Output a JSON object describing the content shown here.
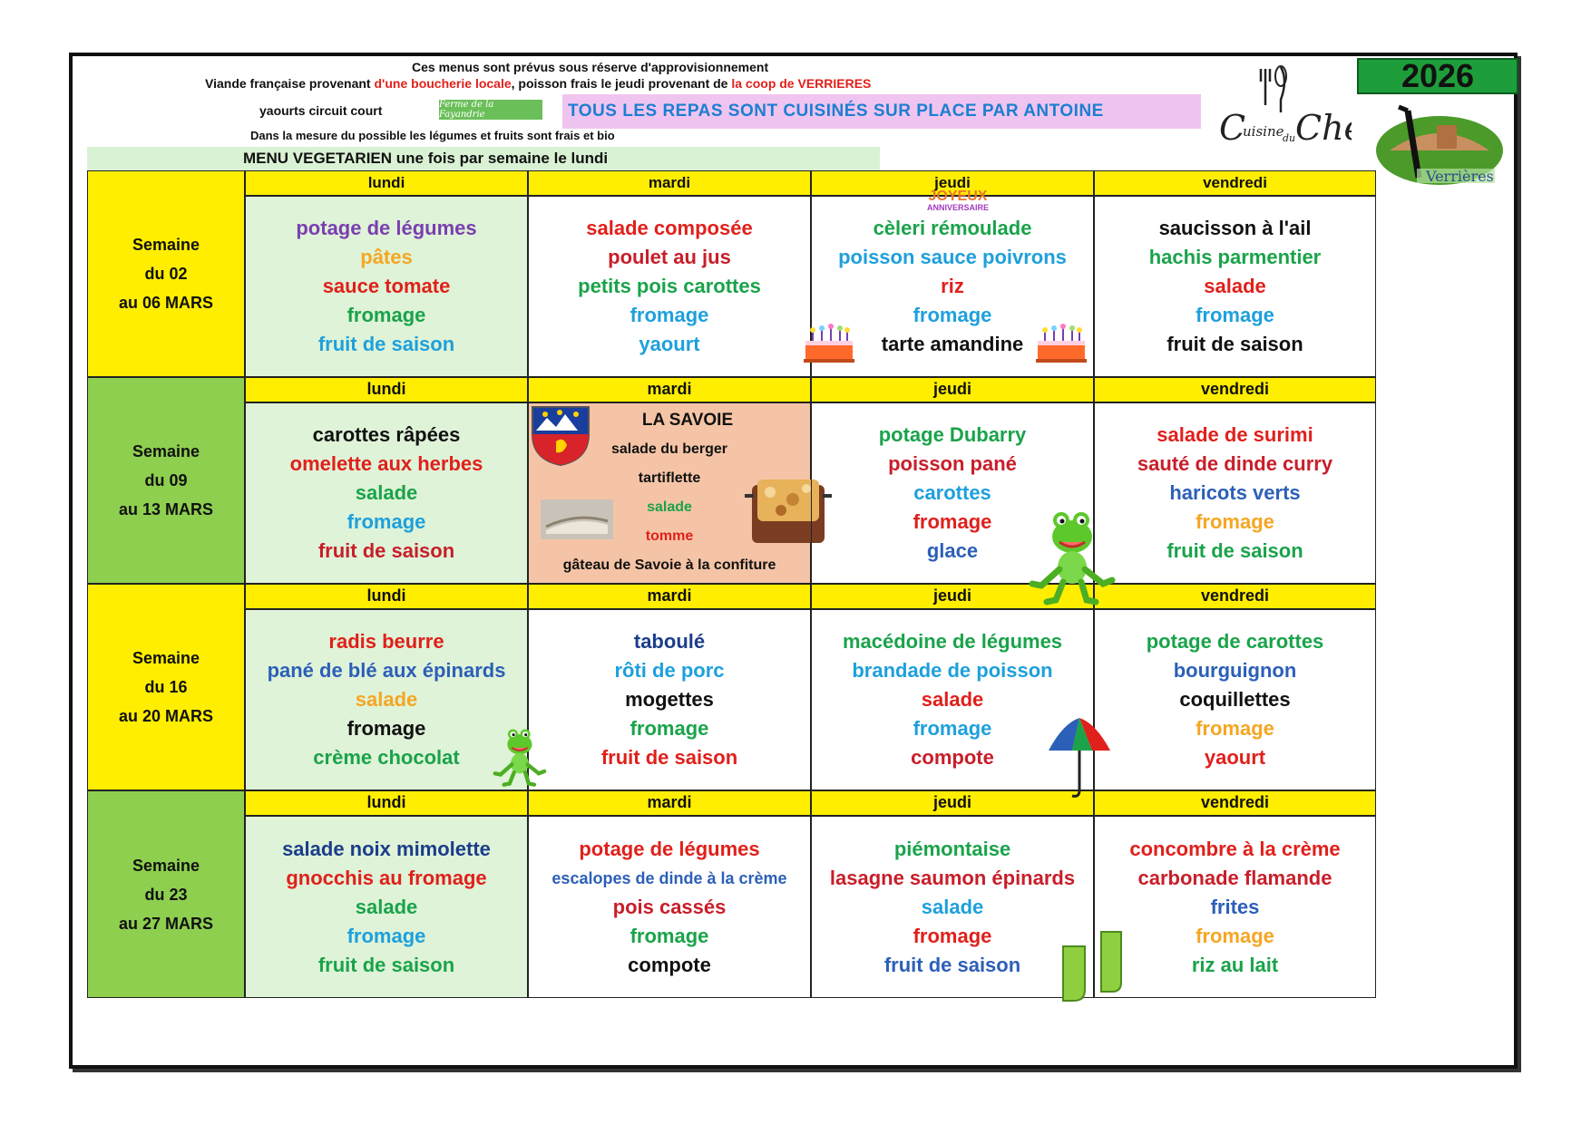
{
  "header": {
    "line1": "Ces menus sont prévus sous réserve d'approvisionnement",
    "line2_a": "Viande française provenant ",
    "line2_b": "d'une boucherie locale",
    "line2_c": ", poisson frais le jeudi provenant de ",
    "line2_d": "la coop de VERRIERES",
    "yaourts": "yaourts circuit court",
    "ferme": "Ferme de la Fayandrie",
    "banner": "TOUS LES REPAS SONT CUISINÉS SUR PLACE PAR ANTOINE",
    "bio": "Dans la mesure du possible les légumes et fruits sont frais et bio",
    "vege": "MENU VEGETARIEN une fois par semaine le lundi",
    "year": "2026",
    "logo_chef": "Cuisine du Chef",
    "logo_verrieres": "Verrières"
  },
  "days": [
    "lundi",
    "mardi",
    "jeudi",
    "vendredi"
  ],
  "colors": {
    "purple": "#7a3fb0",
    "orange": "#f5a623",
    "red": "#e0201b",
    "green": "#1aa34a",
    "cyan": "#1ea0dc",
    "dark": "#111111",
    "blue": "#2c5fb8",
    "darkblue": "#1b3d8a",
    "brick": "#c81e2a"
  },
  "weeks": [
    {
      "label": [
        "Semaine",
        "du 02",
        "au 06 MARS"
      ],
      "cells": [
        [
          {
            "t": "potage de légumes",
            "c": "#7a3fb0"
          },
          {
            "t": "pâtes",
            "c": "#f5a623"
          },
          {
            "t": "sauce tomate",
            "c": "#e0201b"
          },
          {
            "t": "fromage",
            "c": "#1aa34a"
          },
          {
            "t": "fruit de saison",
            "c": "#1ea0dc"
          }
        ],
        [
          {
            "t": "salade composée",
            "c": "#e0201b"
          },
          {
            "t": "poulet au jus",
            "c": "#c81e2a"
          },
          {
            "t": "petits pois carottes",
            "c": "#1aa34a"
          },
          {
            "t": "fromage",
            "c": "#1ea0dc"
          },
          {
            "t": "yaourt",
            "c": "#1ea0dc"
          }
        ],
        [
          {
            "t": "cèleri rémoulade",
            "c": "#1aa34a"
          },
          {
            "t": "poisson sauce poivrons",
            "c": "#1ea0dc"
          },
          {
            "t": "riz",
            "c": "#e0201b"
          },
          {
            "t": "fromage",
            "c": "#1ea0dc"
          },
          {
            "t": "tarte amandine",
            "c": "#111111"
          }
        ],
        [
          {
            "t": "saucisson à l'ail",
            "c": "#111111"
          },
          {
            "t": "hachis parmentier",
            "c": "#1aa34a"
          },
          {
            "t": "salade",
            "c": "#e0201b"
          },
          {
            "t": "fromage",
            "c": "#1ea0dc"
          },
          {
            "t": "fruit de saison",
            "c": "#111111"
          }
        ]
      ],
      "joyeux": [
        "JOYEUX",
        "ANNIVERSAIRE"
      ]
    },
    {
      "label": [
        "Semaine",
        "du 09",
        "au 13 MARS"
      ],
      "cells": [
        [
          {
            "t": "carottes râpées",
            "c": "#111111"
          },
          {
            "t": "omelette aux herbes",
            "c": "#e0201b"
          },
          {
            "t": "salade",
            "c": "#1aa34a"
          },
          {
            "t": "fromage",
            "c": "#1ea0dc"
          },
          {
            "t": "fruit de saison",
            "c": "#c81e2a"
          }
        ],
        [],
        [
          {
            "t": "potage Dubarry",
            "c": "#1aa34a"
          },
          {
            "t": "poisson pané",
            "c": "#c81e2a"
          },
          {
            "t": "carottes",
            "c": "#1ea0dc"
          },
          {
            "t": "fromage",
            "c": "#e0201b"
          },
          {
            "t": "glace",
            "c": "#2c5fb8"
          }
        ],
        [
          {
            "t": "salade de surimi",
            "c": "#e0201b"
          },
          {
            "t": "sauté de dinde curry",
            "c": "#c81e2a"
          },
          {
            "t": "haricots verts",
            "c": "#2c5fb8"
          },
          {
            "t": "fromage",
            "c": "#f5a623"
          },
          {
            "t": "fruit de saison",
            "c": "#1aa34a"
          }
        ]
      ],
      "savoie": {
        "title": "LA SAVOIE",
        "items": [
          {
            "t": "salade du berger",
            "c": "#111111"
          },
          {
            "t": "tartiflette",
            "c": "#111111"
          },
          {
            "t": "salade",
            "c": "#1aa34a"
          },
          {
            "t": "tomme",
            "c": "#e0201b"
          },
          {
            "t": "gâteau de Savoie à la confiture",
            "c": "#111111"
          }
        ]
      }
    },
    {
      "label": [
        "Semaine",
        "du 16",
        "au 20 MARS"
      ],
      "cells": [
        [
          {
            "t": "radis beurre",
            "c": "#e0201b"
          },
          {
            "t": "pané de blé aux épinards",
            "c": "#2c5fb8"
          },
          {
            "t": "salade",
            "c": "#f5a623"
          },
          {
            "t": "fromage",
            "c": "#111111"
          },
          {
            "t": "crème chocolat",
            "c": "#1aa34a"
          }
        ],
        [
          {
            "t": "taboulé",
            "c": "#1b3d8a"
          },
          {
            "t": "rôti de porc",
            "c": "#1ea0dc"
          },
          {
            "t": "mogettes",
            "c": "#111111"
          },
          {
            "t": "fromage",
            "c": "#1aa34a"
          },
          {
            "t": "fruit de saison",
            "c": "#e0201b"
          }
        ],
        [
          {
            "t": "macédoine de légumes",
            "c": "#1aa34a"
          },
          {
            "t": "brandade de poisson",
            "c": "#1ea0dc"
          },
          {
            "t": "salade",
            "c": "#e0201b"
          },
          {
            "t": "fromage",
            "c": "#1ea0dc"
          },
          {
            "t": "compote",
            "c": "#c81e2a"
          }
        ],
        [
          {
            "t": "potage de carottes",
            "c": "#1aa34a"
          },
          {
            "t": "bourguignon",
            "c": "#2c5fb8"
          },
          {
            "t": "coquillettes",
            "c": "#111111"
          },
          {
            "t": "fromage",
            "c": "#f5a623"
          },
          {
            "t": "yaourt",
            "c": "#e0201b"
          }
        ]
      ]
    },
    {
      "label": [
        "Semaine",
        "du 23",
        "au 27 MARS"
      ],
      "cells": [
        [
          {
            "t": "salade noix mimolette",
            "c": "#1b3d8a"
          },
          {
            "t": "gnocchis au fromage",
            "c": "#e0201b"
          },
          {
            "t": "salade",
            "c": "#1aa34a"
          },
          {
            "t": "fromage",
            "c": "#1ea0dc"
          },
          {
            "t": "fruit de saison",
            "c": "#1aa34a"
          }
        ],
        [
          {
            "t": "potage de légumes",
            "c": "#e0201b"
          },
          {
            "t": "escalopes de dinde à la crème",
            "c": "#2c5fb8",
            "sm": true
          },
          {
            "t": "pois cassés",
            "c": "#c81e2a"
          },
          {
            "t": "fromage",
            "c": "#1aa34a"
          },
          {
            "t": "compote",
            "c": "#111111"
          }
        ],
        [
          {
            "t": "piémontaise",
            "c": "#1aa34a"
          },
          {
            "t": "lasagne saumon épinards",
            "c": "#c81e2a"
          },
          {
            "t": "salade",
            "c": "#1ea0dc"
          },
          {
            "t": "fromage",
            "c": "#e0201b"
          },
          {
            "t": "fruit de saison",
            "c": "#2c5fb8"
          }
        ],
        [
          {
            "t": "concombre à la crème",
            "c": "#e0201b"
          },
          {
            "t": "carbonade flamande",
            "c": "#c81e2a"
          },
          {
            "t": "frites",
            "c": "#2c5fb8"
          },
          {
            "t": "fromage",
            "c": "#f5a623"
          },
          {
            "t": "riz au lait",
            "c": "#1aa34a"
          }
        ]
      ]
    }
  ]
}
